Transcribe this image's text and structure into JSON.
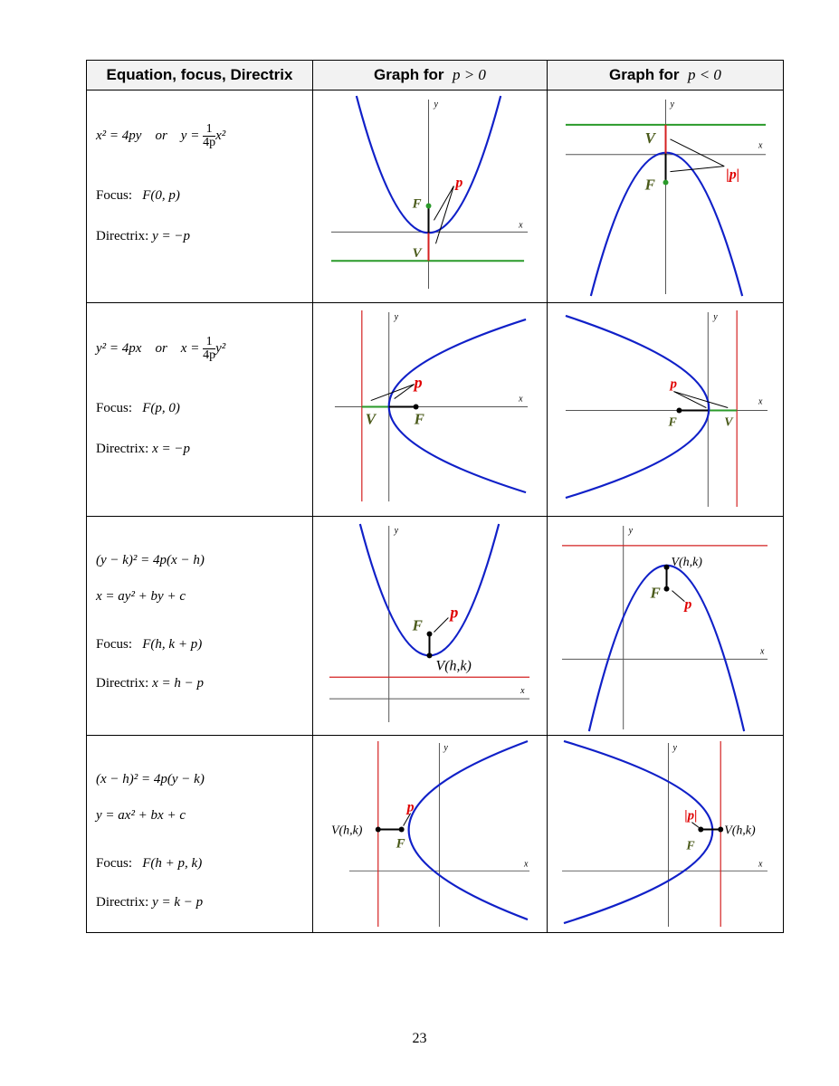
{
  "headers": {
    "col1": "Equation, focus, Directrix",
    "col2_label": "Graph for",
    "col2_cond": "p > 0",
    "col3_label": "Graph for",
    "col3_cond": "p < 0"
  },
  "rows": [
    {
      "eq1": "x² = 4py",
      "eq_or": "or",
      "eq2_lhs": "y =",
      "eq2_num": "1",
      "eq2_den": "4p",
      "eq2_rhs": "x²",
      "focus_label": "Focus:",
      "focus": "F(0, p)",
      "directrix_label": "Directrix:",
      "directrix": "y = −p"
    },
    {
      "eq1": "y² = 4px",
      "eq_or": "or",
      "eq2_lhs": "x =",
      "eq2_num": "1",
      "eq2_den": "4p",
      "eq2_rhs": "y²",
      "focus_label": "Focus:",
      "focus": "F(p, 0)",
      "directrix_label": "Directrix:",
      "directrix": "x = −p"
    },
    {
      "eq1": "(y − k)² = 4p(x − h)",
      "eq2": "x = ay² + by + c",
      "focus_label": "Focus:",
      "focus": "F(h, k + p)",
      "directrix_label": "Directrix:",
      "directrix": "x = h − p"
    },
    {
      "eq1": "(x − h)² = 4p(y − k)",
      "eq2": "y = ax² + bx + c",
      "focus_label": "Focus:",
      "focus": "F(h + p, k)",
      "directrix_label": "Directrix:",
      "directrix": "y = k − p"
    }
  ],
  "graph_labels": {
    "x_axis": "x",
    "y_axis": "y",
    "focus": "F",
    "vertex": "V",
    "p": "p",
    "abs_p": "|p|",
    "vertex_hk": "V(h,k)"
  },
  "colors": {
    "parabola": "#1020c8",
    "directrix_green": "#2a9a2a",
    "directrix_red": "#d42020",
    "label_red": "#e00000",
    "label_olive": "#4a5a1a",
    "axis": "#555555"
  },
  "page_number": "23"
}
